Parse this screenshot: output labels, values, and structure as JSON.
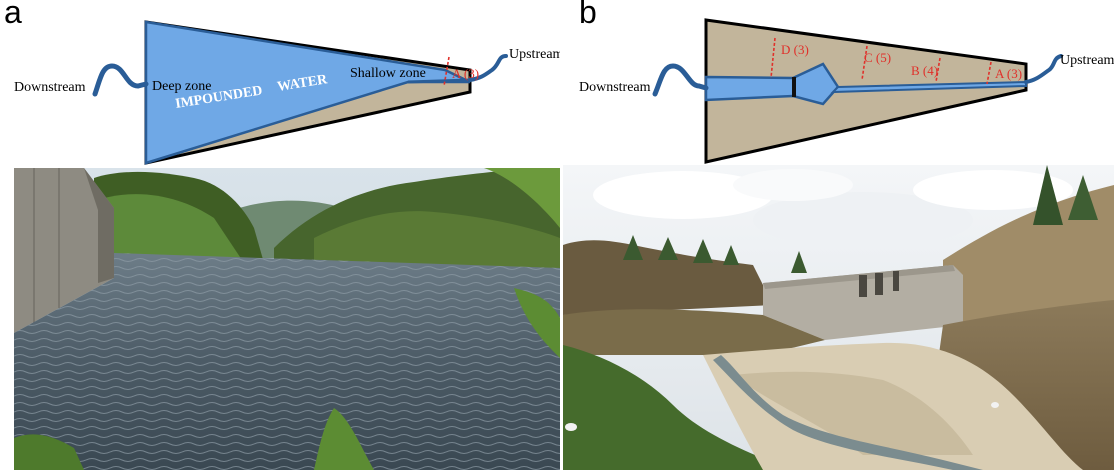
{
  "panel_a": {
    "letter": "a",
    "downstream": "Downstream",
    "upstream": "Upstream",
    "deep_zone": "Deep zone",
    "shallow_zone": "Shallow zone",
    "impounded": "IMPOUNDED",
    "water": "WATER",
    "zone_a": "A (3)",
    "photo": "Photograph of a full dam reservoir: concrete dam wall on the left, wide rippled lake surrounded by forested hills"
  },
  "panel_b": {
    "letter": "b",
    "downstream": "Downstream",
    "upstream": "Upstream",
    "zone_d": "D (3)",
    "zone_c": "C (5)",
    "zone_b": "B (4)",
    "zone_a": "A (3)",
    "photo": "Photograph of a drained reservoir: exposed sediment and gravel bed with a small stream flowing toward a concrete dam under a cloudy sky"
  },
  "colors": {
    "water_blue": "#6fa8e6",
    "water_outline": "#2a5d97",
    "sediment": "#c2b59b",
    "zone_marker": "#e0302a"
  }
}
